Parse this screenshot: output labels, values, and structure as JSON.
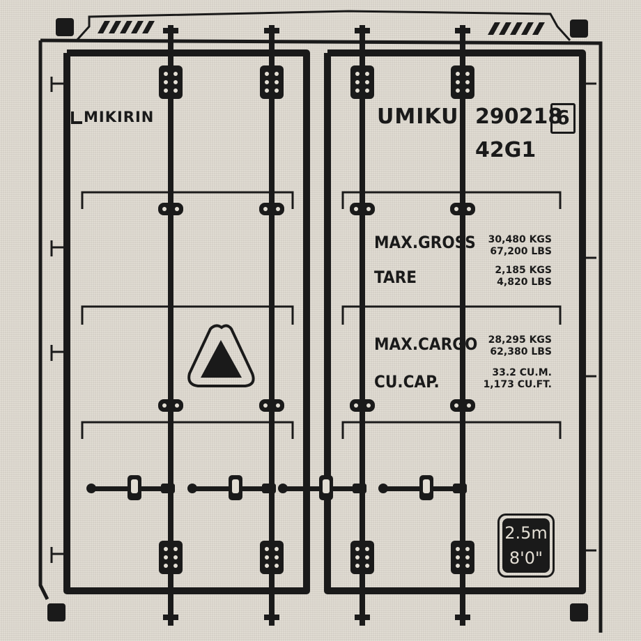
{
  "container": {
    "logo_text": "MIKIRIN",
    "owner_code": "UMIKU",
    "serial_number": "290218",
    "check_digit": "6",
    "type_code": "42G1",
    "specs": [
      {
        "label": "MAX.GROSS",
        "value_kg": "30,480 KGS",
        "value_lb": "67,200 LBS"
      },
      {
        "label": "TARE",
        "value_kg": "2,185 KGS",
        "value_lb": "4,820 LBS"
      },
      {
        "label": "MAX.CARGO",
        "value_kg": "28,295 KGS",
        "value_lb": "62,380 LBS"
      },
      {
        "label": "CU.CAP.",
        "value_kg": "33.2 CU.M.",
        "value_lb": "1,173 CU.FT."
      }
    ],
    "height_badge": {
      "metric": "2.5m",
      "imperial": "8'0\""
    }
  },
  "colors": {
    "ink": "#1a1a1a",
    "fabric": "#e3ded4"
  }
}
